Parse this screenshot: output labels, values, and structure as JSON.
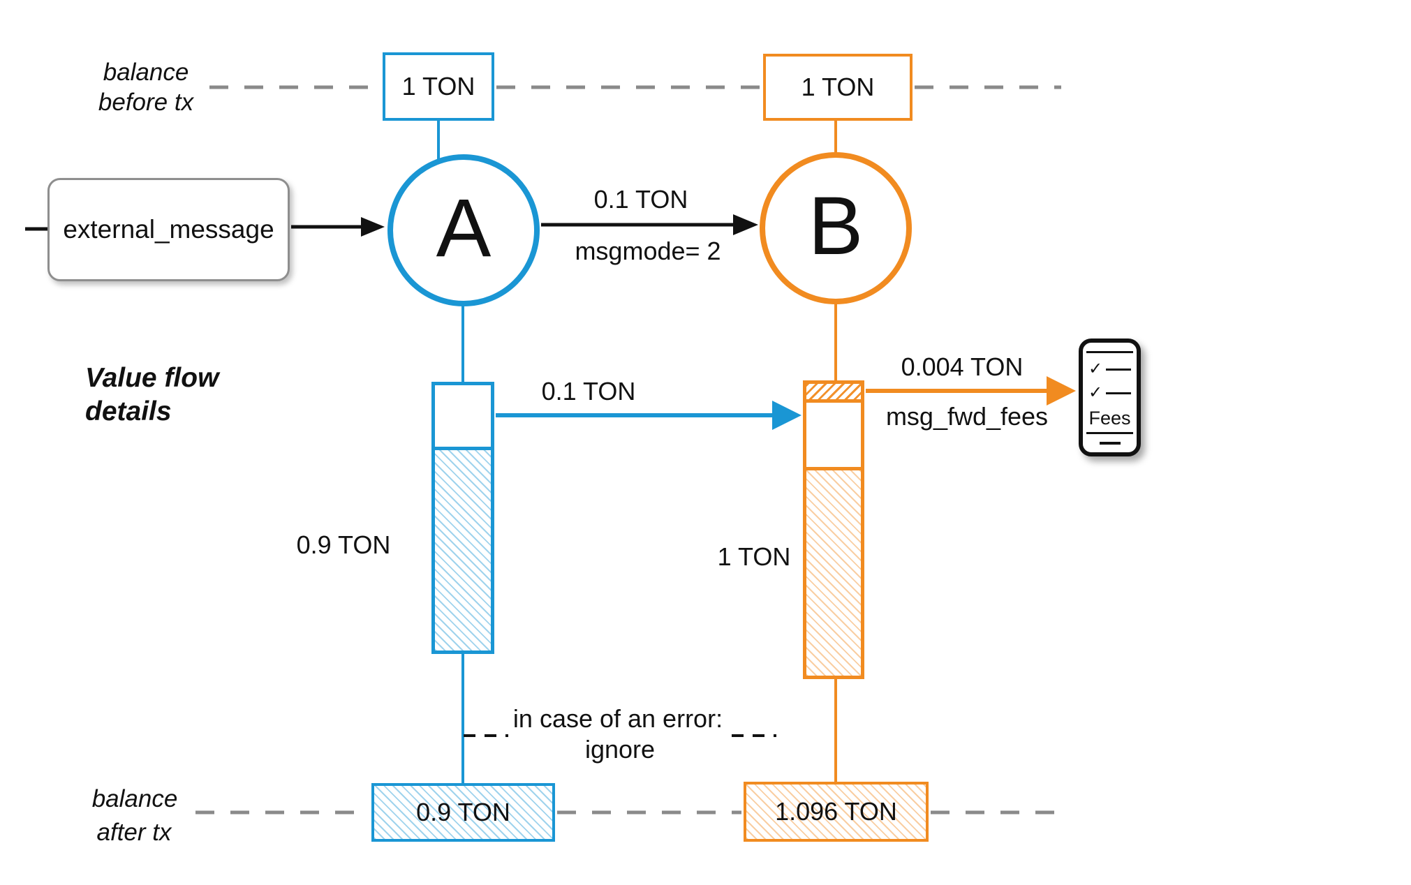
{
  "colors": {
    "blue": "#1a96d4",
    "orange": "#f18b20",
    "gray_dash": "#8a8a8a",
    "box_border_gray": "#8e8e8e",
    "black": "#111111"
  },
  "row_before": {
    "label_line1": "balance",
    "label_line2": "before tx",
    "a_value": "1 TON",
    "b_value": "1 TON"
  },
  "row_after": {
    "label_line1": "balance",
    "label_line2": "after tx",
    "a_value": "0.9 TON",
    "b_value": "1.096 TON"
  },
  "external": {
    "label": "external_message"
  },
  "accounts": {
    "a": "A",
    "b": "B"
  },
  "message_arrow": {
    "amount": "0.1 TON",
    "mode": "msgmode= 2"
  },
  "section": {
    "title_line1": "Value flow",
    "title_line2": "details"
  },
  "value_flow": {
    "a_bar_label": "0.9 TON",
    "b_bar_label": "1 TON",
    "transfer_amount": "0.1 TON",
    "fees_amount": "0.004 TON",
    "fees_label": "msg_fwd_fees",
    "error_line1": "in case of an error:",
    "error_line2": "ignore"
  },
  "fees_icon": {
    "label": "Fees",
    "check_glyph": "✓"
  }
}
